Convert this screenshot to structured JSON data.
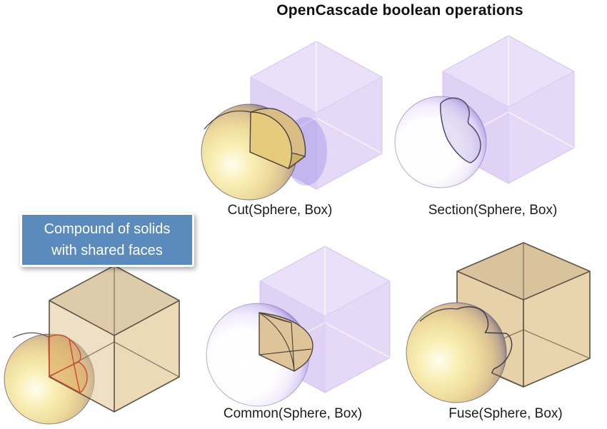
{
  "title": "OpenCascade boolean operations",
  "callout": {
    "text_line1": "Compound of solids",
    "text_line2": "with shared faces"
  },
  "figures": {
    "cut": {
      "label": "Cut(Sphere, Box)",
      "operands": "Sphere, Box"
    },
    "section": {
      "label": "Section(Sphere, Box)",
      "operands": "Sphere, Box"
    },
    "common": {
      "label": "Common(Sphere, Box)",
      "operands": "Sphere, Box"
    },
    "fuse": {
      "label": "Fuse(Sphere, Box)",
      "operands": "Sphere, Box"
    }
  },
  "colors": {
    "callout_bg": "#5b8abc",
    "callout_text": "#ffffff",
    "callout_border": "#ffffff",
    "title_text": "#111111",
    "caption_text": "#1c1c1c",
    "box_lavender": "#e6daf8",
    "box_tan": "#ddc392",
    "box_edge_dark": "#5d5244",
    "sphere_yellow": "#f3e4a0",
    "sphere_rim_purple": "#6f6880",
    "sphere_lavender_rim": "#9e91d6",
    "section_curve": "#4f4a66",
    "compound_curve_red": "#cc4a33",
    "wedge_tan": "#e7cb7c"
  }
}
